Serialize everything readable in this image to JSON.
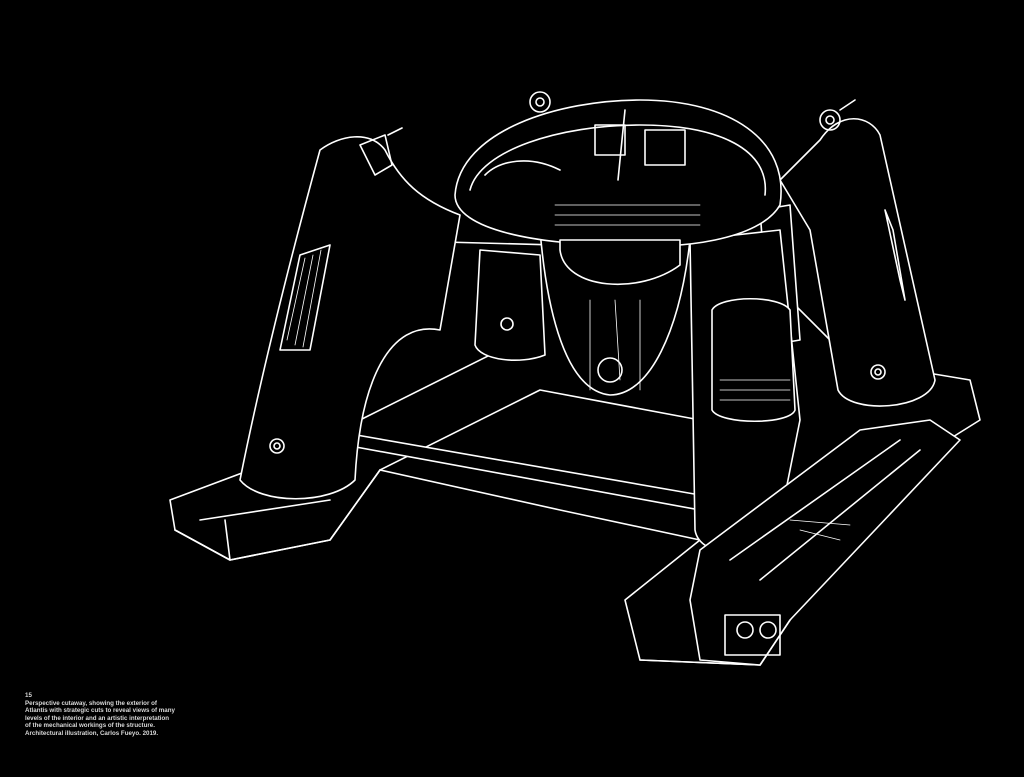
{
  "caption": {
    "figure_number": "15",
    "lines": [
      "Perspective cutaway, showing the exterior of",
      "Atlantis with strategic cuts to reveal views of many",
      "levels of the interior and an artistic interpretation",
      "of the mechanical workings of the structure.",
      "Architectural illustration, Carlos Fueyo. 2019."
    ]
  },
  "colors": {
    "background": "#000000",
    "line": "#ffffff",
    "caption": "#d8d8d8"
  }
}
